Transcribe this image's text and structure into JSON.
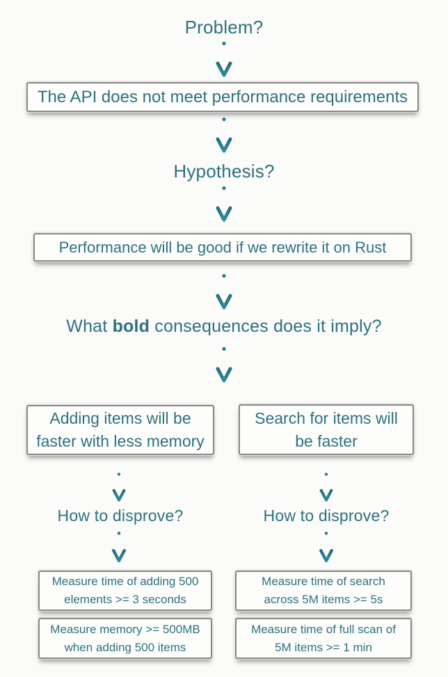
{
  "colors": {
    "text_teal": "#2e717f",
    "arrow_stem_teal": "#256e81",
    "arrow_head_teal": "#2f8b9d",
    "box_border_gray": "#878787",
    "background": "#fbfbf9"
  },
  "flow": {
    "problem_label": "Problem?",
    "problem_statement": "The API does not meet performance requirements",
    "hypothesis_label": "Hypothesis?",
    "hypothesis_statement": "Performance will be good if we rewrite it on Rust",
    "consequence_question": {
      "pre": "What ",
      "bold": "bold",
      "post": " consequences does it imply?"
    },
    "columns": [
      {
        "consequence_lines": [
          "Adding items will be",
          "faster with less memory"
        ],
        "disprove_label": "How to disprove?",
        "tests": [
          {
            "lines": [
              "Measure time of adding 500",
              "elements >= 3 seconds"
            ]
          },
          {
            "lines": [
              "Measure memory >= 500MB",
              "when adding 500 items"
            ]
          }
        ]
      },
      {
        "consequence_lines": [
          "Search for items will",
          "be faster"
        ],
        "disprove_label": "How to disprove?",
        "tests": [
          {
            "lines": [
              "Measure time of search",
              "across 5M items >= 5s"
            ]
          },
          {
            "lines": [
              "Measure time of full scan of",
              "5M items >= 1 min"
            ]
          }
        ]
      }
    ]
  }
}
